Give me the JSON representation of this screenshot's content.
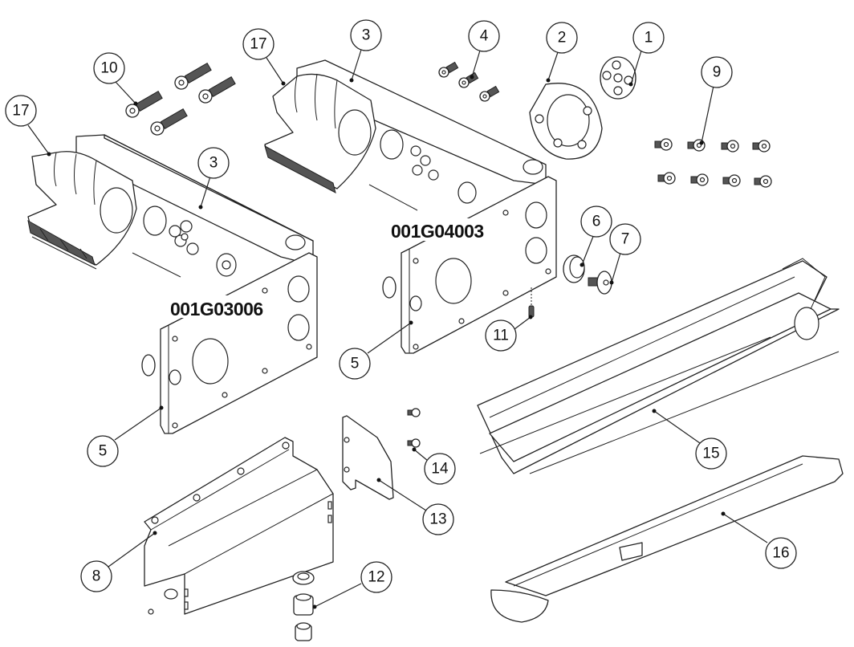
{
  "diagram": {
    "title": "Exploded parts view",
    "assembly_labels": [
      {
        "id": "asm-left",
        "text": "001G03006"
      },
      {
        "id": "asm-right",
        "text": "001G04003"
      }
    ],
    "callouts": [
      {
        "id": "c1",
        "number": "1",
        "part": "pulley-disc"
      },
      {
        "id": "c2",
        "number": "2",
        "part": "flange-ring"
      },
      {
        "id": "c3a",
        "number": "3",
        "part": "housing-frame-left"
      },
      {
        "id": "c3b",
        "number": "3",
        "part": "housing-frame-right"
      },
      {
        "id": "c4",
        "number": "4",
        "part": "short-cap-screws"
      },
      {
        "id": "c5a",
        "number": "5",
        "part": "end-plate-left"
      },
      {
        "id": "c5b",
        "number": "5",
        "part": "end-plate-right"
      },
      {
        "id": "c6",
        "number": "6",
        "part": "bushing"
      },
      {
        "id": "c7",
        "number": "7",
        "part": "flat-head-screw"
      },
      {
        "id": "c8",
        "number": "8",
        "part": "mounting-bracket"
      },
      {
        "id": "c9",
        "number": "9",
        "part": "socket-screws-set"
      },
      {
        "id": "c10",
        "number": "10",
        "part": "long-cap-screws"
      },
      {
        "id": "c11",
        "number": "11",
        "part": "set-screw"
      },
      {
        "id": "c12",
        "number": "12",
        "part": "cable-gland"
      },
      {
        "id": "c13",
        "number": "13",
        "part": "cover-plate"
      },
      {
        "id": "c14",
        "number": "14",
        "part": "small-screws"
      },
      {
        "id": "c15",
        "number": "15",
        "part": "blade-rail"
      },
      {
        "id": "c16",
        "number": "16",
        "part": "drip-tray"
      },
      {
        "id": "c17a",
        "number": "17",
        "part": "clamp-block-left"
      },
      {
        "id": "c17b",
        "number": "17",
        "part": "clamp-block-right"
      }
    ]
  }
}
